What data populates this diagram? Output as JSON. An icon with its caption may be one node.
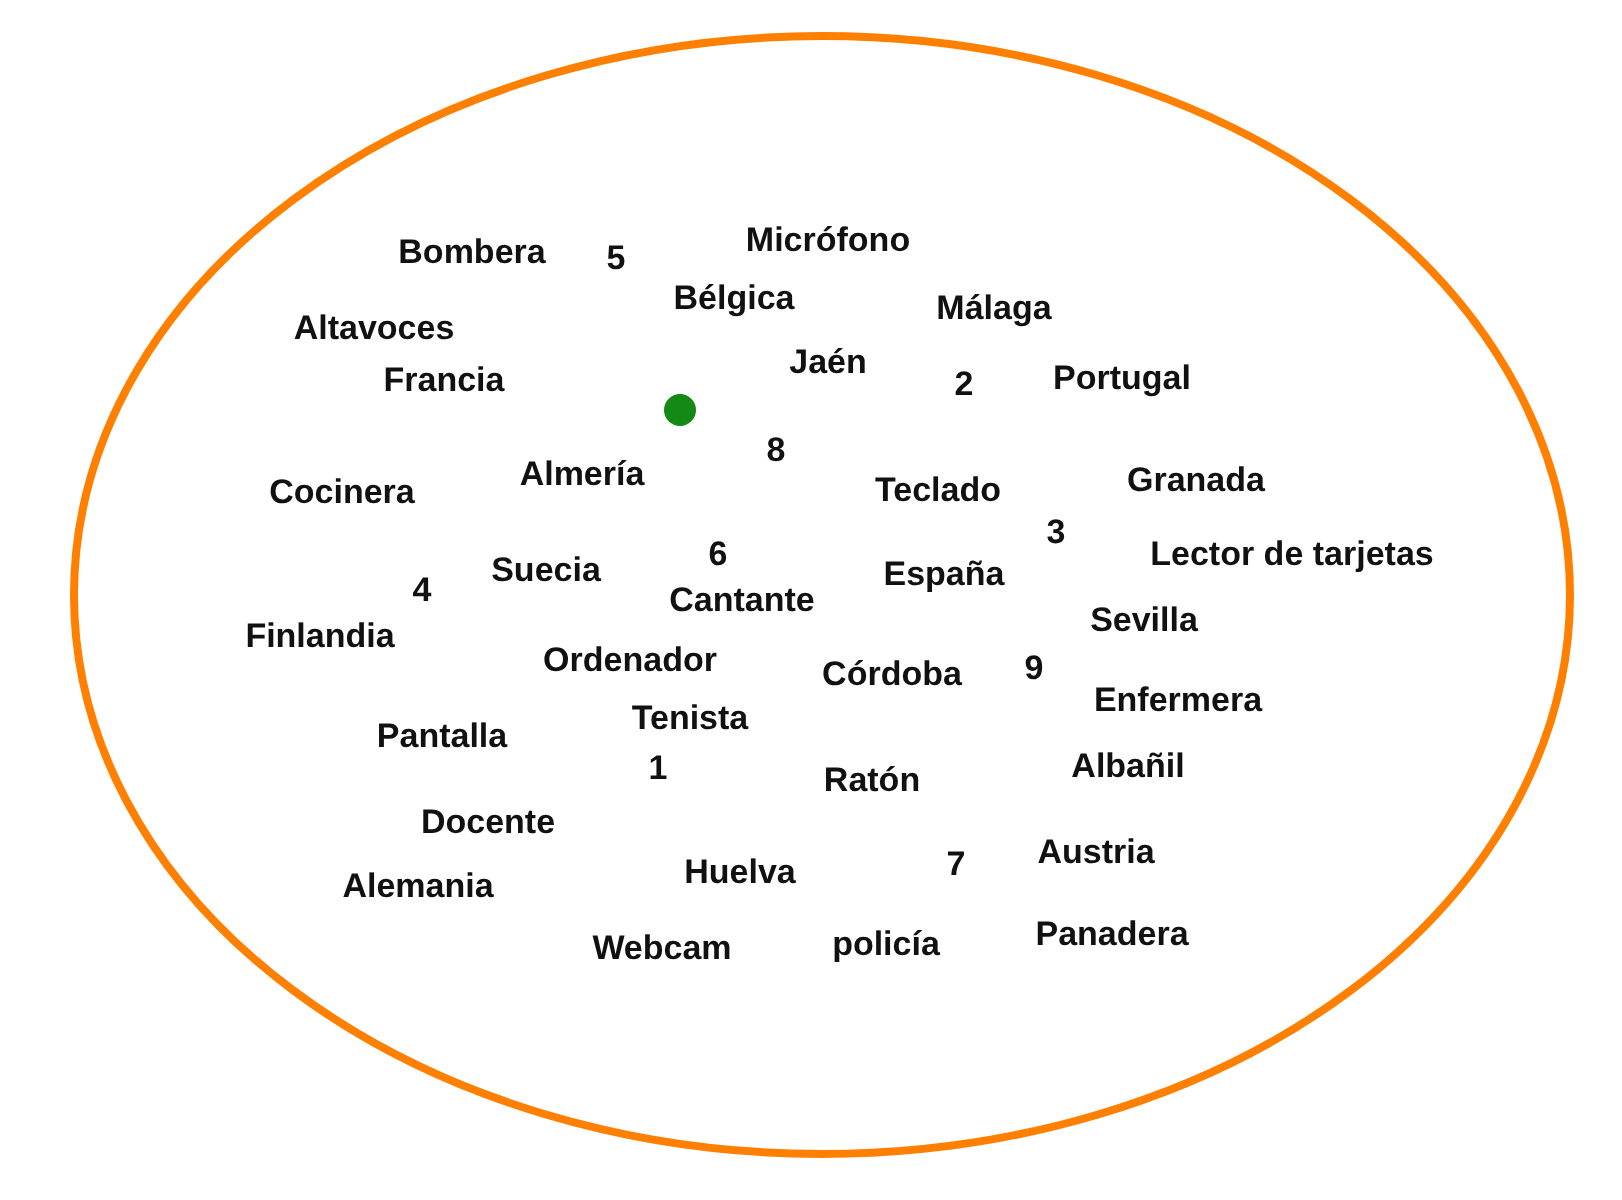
{
  "diagram": {
    "nodes": [
      {
        "text": [
          "Bombera",
          "5",
          "Micrófono",
          "Bélgica",
          "Málaga",
          "Altavoces",
          "Francia",
          "Jaén",
          "2",
          "Portugal",
          "8",
          "Almería",
          "Teclado",
          "Granada",
          "Cocinera",
          "3",
          "6",
          "Lector de tarjetas",
          "Suecia",
          "España",
          "4",
          "Cantante",
          "Sevilla",
          "Finlandia",
          "Ordenador",
          "Córdoba",
          "9",
          "Enfermera",
          "Tenista",
          "Pantalla",
          "1",
          "Albañil",
          "Ratón",
          "Docente",
          "Austria",
          "7",
          "Alemania",
          "Huelva",
          "policía",
          "Webcam",
          "Panadera"
        ]
      }
    ]
  }
}
